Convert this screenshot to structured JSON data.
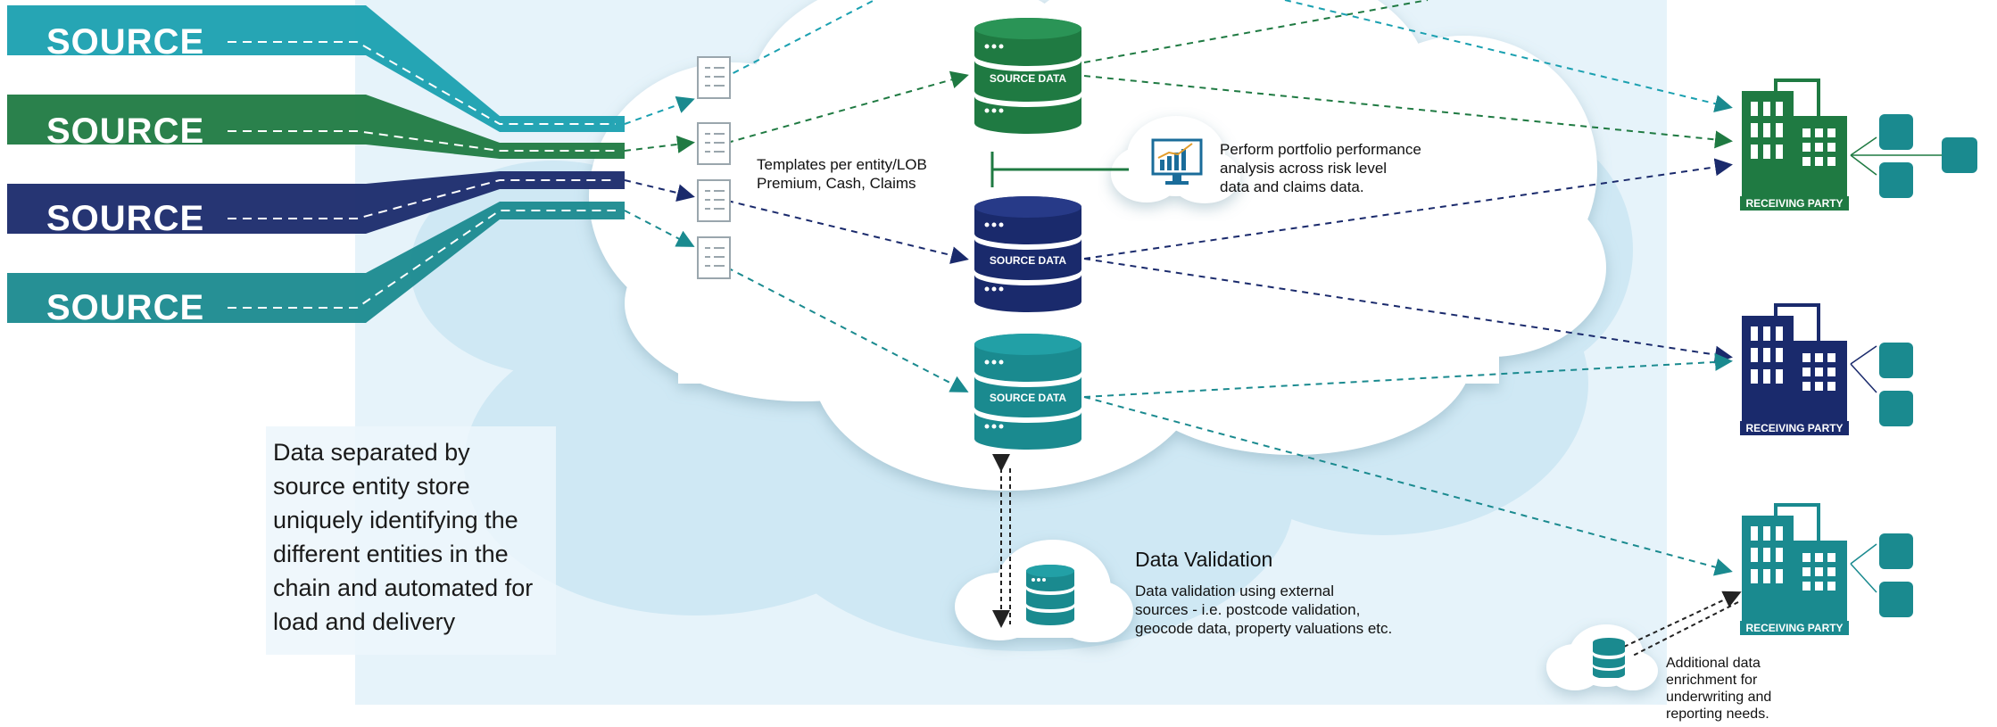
{
  "sources": [
    {
      "label": "SOURCE",
      "color": "#1aa0b0"
    },
    {
      "label": "SOURCE",
      "color": "#1f7a42"
    },
    {
      "label": "SOURCE",
      "color": "#1a2a6c"
    },
    {
      "label": "SOURCE",
      "color": "#1a8a8f"
    }
  ],
  "templates_text": "Templates per entity/LOB\nPremium, Cash, Claims",
  "databases": [
    {
      "label": "SOURCE DATA",
      "color": "#1f7a42"
    },
    {
      "label": "SOURCE DATA",
      "color": "#1a2a6c"
    },
    {
      "label": "SOURCE DATA",
      "color": "#1a8a8f"
    }
  ],
  "performance_text": "Perform portfolio performance\nanalysis across risk level\ndata and claims data.",
  "caption": "Data separated by\nsource entity store\nuniquely identifying the\ndifferent entities in the\nchain and automated for\nload and delivery",
  "validation": {
    "title": "Data Validation",
    "text": "Data validation using external\nsources - i.e. postcode validation,\ngeocode data, property valuations etc."
  },
  "receiving_parties": [
    {
      "label": "RECEIVING PARTY",
      "color": "#1f7a42"
    },
    {
      "label": "RECEIVING PARTY",
      "color": "#1a2a6c"
    },
    {
      "label": "RECEIVING PARTY",
      "color": "#1a8a8f"
    }
  ],
  "enrichment_text": "Additional data\nenrichment for\nunderwriting and\nreporting needs.",
  "colors": {
    "green": "#1f7a42",
    "navy": "#1a2a6c",
    "teal": "#1a8a8f",
    "cyan": "#1aa0b0",
    "background": "#e6f3fa"
  }
}
